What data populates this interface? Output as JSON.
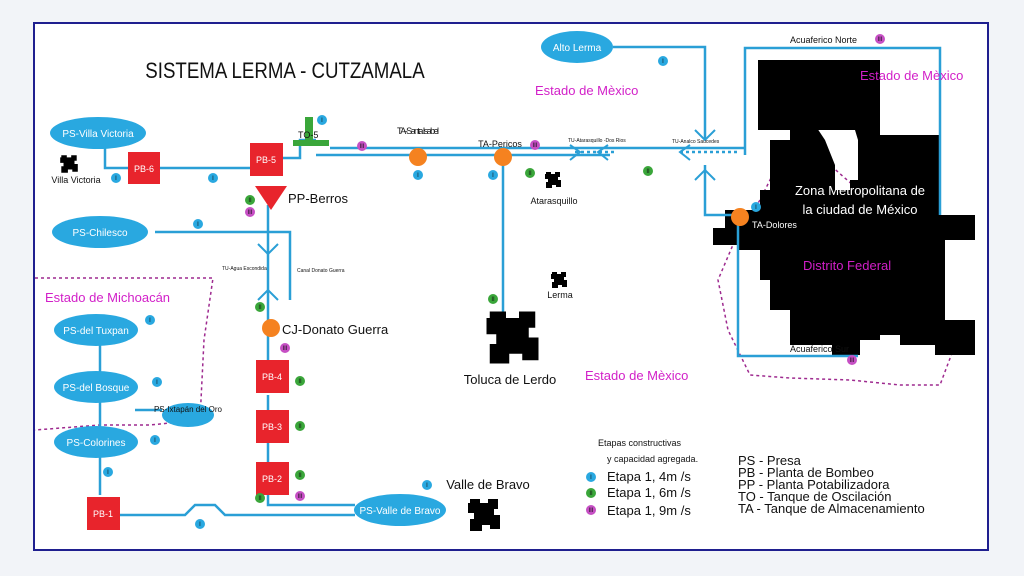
{
  "title": "SISTEMA LERMA - CUTZAMALA",
  "colors": {
    "pipe": "#2a9fd6",
    "presa": "#29a8e0",
    "pump": "#e8242c",
    "tank": "#f58220",
    "oscillation": "#3aa63a",
    "city": "#000000",
    "state_label": "#d21fc8",
    "dotted_border": "#9e2a8f",
    "frame": "#1f1f8f",
    "badge_I": "#29a8e0",
    "badge_II": "#3aa63a",
    "badge_III": "#c64fc4"
  },
  "regions": {
    "edo_mex_1": "Estado de Mèxico",
    "edo_mex_2": "Estado de Mèxico",
    "edo_mex_3": "Estado de Mèxico",
    "michoacan": "Estado de Michoacán",
    "df": "Distrito Federal"
  },
  "presas": {
    "villa_victoria": "PS-Villa Victoria",
    "chilesco": "PS-Chilesco",
    "tuxpan": "PS-del Tuxpan",
    "bosque": "PS-del Bosque",
    "colorines": "PS-Colorines",
    "ixtapan": "PS-Ixtapán del Oro",
    "valle_bravo": "PS-Valle de Bravo",
    "alto_lerma": "Alto Lerma"
  },
  "pumps": {
    "pb6": "PB-6",
    "pb5": "PB-5",
    "pb4": "PB-4",
    "pb3": "PB-3",
    "pb2": "PB-2",
    "pb1": "PB-1"
  },
  "structures": {
    "to5": "TO-5",
    "pp_berros": "PP-Berros",
    "ta_santa_isabel": "TA-Santa Isabel",
    "ta_pericos": "TA-Pericos",
    "ta_dolores": "TA-Dolores",
    "cj_donato": "CJ-Donato Guerra",
    "tu_agua_escondida": "TU-Agua Escondida",
    "canal_donato": "Canal Donato Guerra",
    "tu_atarasquillo": "TU-Atarasquillo -Dos Rios",
    "tu_analco": "TU-Analco Saucedes",
    "acueferico_norte": "Acuaferico Norte",
    "acueferico_sur": "Acuaferico Sur"
  },
  "cities": {
    "villa_victoria": "Villa Victoria",
    "atarasquillo": "Atarasquillo",
    "lerma": "Lerma",
    "toluca": "Toluca de Lerdo",
    "valle_bravo": "Valle de Bravo",
    "zmcm_1": "Zona Metropolitana de",
    "zmcm_2": "la ciudad de México"
  },
  "badges": {
    "I": "I",
    "II": "II",
    "III": "III"
  },
  "legend": {
    "heading_1": "Etapas constructivas",
    "heading_2": "y capacidad agregada.",
    "stage_1": "Etapa 1, 4m /s",
    "stage_2": "Etapa 1, 6m /s",
    "stage_3": "Etapa 1, 9m /s"
  },
  "abbreviations": {
    "ps": "PS - Presa",
    "pb": "PB - Planta de Bombeo",
    "pp": "PP - Planta Potabilizadora",
    "to": "TO - Tanque de Oscilación",
    "ta": "TA - Tanque de Almacenamiento"
  }
}
